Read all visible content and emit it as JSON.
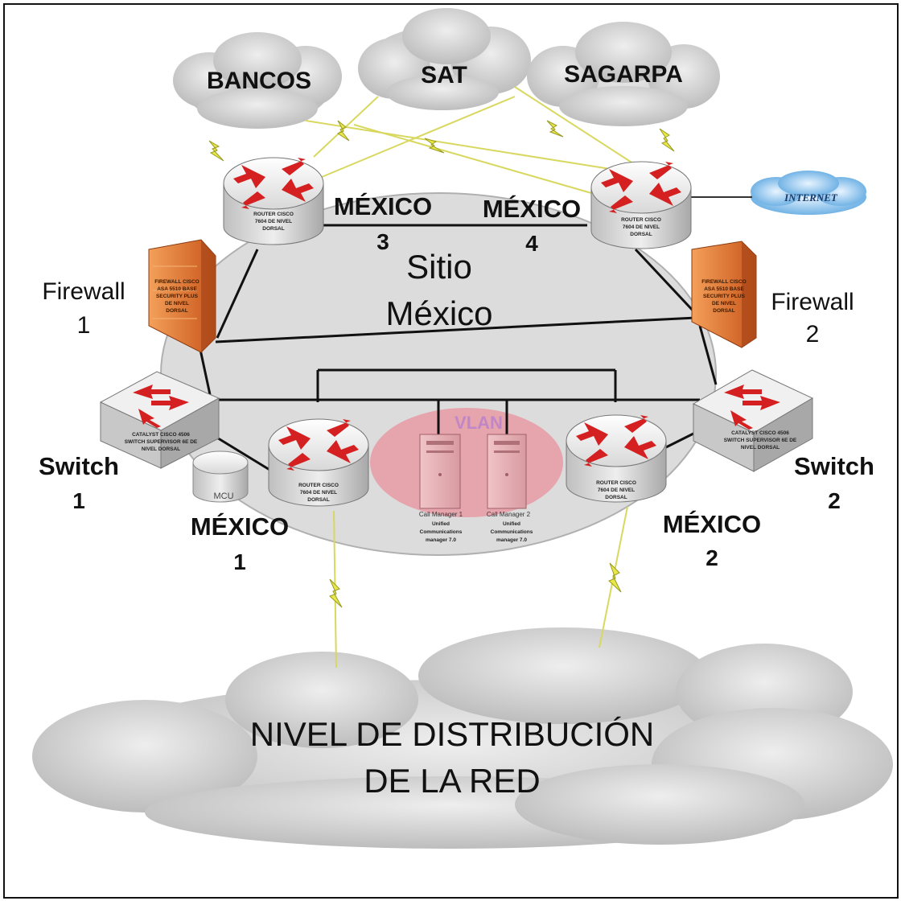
{
  "clouds": {
    "bancos": "BANCOS",
    "sat": "SAT",
    "sagarpa": "SAGARPA",
    "internet": "INTERNET",
    "distribution_line1": "NIVEL DE DISTRIBUCIÓN",
    "distribution_line2": "DE LA RED"
  },
  "site": {
    "line1": "Sitio",
    "line2": "México"
  },
  "routers": {
    "mexico3": {
      "name": "MÉXICO",
      "number": "3",
      "device": [
        "ROUTER CISCO",
        "7604 DE NIVEL",
        "DORSAL"
      ]
    },
    "mexico4": {
      "name": "MÉXICO",
      "number": "4",
      "device": [
        "ROUTER CISCO",
        "7604 DE NIVEL",
        "DORSAL"
      ]
    },
    "mexico1": {
      "name": "MÉXICO",
      "number": "1",
      "device": [
        "ROUTER CISCO",
        "7604 DE NIVEL",
        "DORSAL"
      ]
    },
    "mexico2": {
      "name": "MÉXICO",
      "number": "2",
      "device": [
        "ROUTER CISCO",
        "7604 DE NIVEL",
        "DORSAL"
      ]
    }
  },
  "firewalls": {
    "fw1": {
      "name": "Firewall",
      "number": "1",
      "device": [
        "FIREWALL CISCO",
        "ASA 5510 BASE",
        "SECURITY PLUS",
        "DE NIVEL",
        "DORSAL"
      ]
    },
    "fw2": {
      "name": "Firewall",
      "number": "2",
      "device": [
        "FIREWALL CISCO",
        "ASA 5510 BASE",
        "SECURITY PLUS",
        "DE NIVEL",
        "DORSAL"
      ]
    }
  },
  "switches": {
    "sw1": {
      "name": "Switch",
      "number": "1",
      "device": [
        "CATALYST CISCO 4506",
        "SWITCH SUPERVISOR 6E DE",
        "NIVEL DORSAL"
      ]
    },
    "sw2": {
      "name": "Switch",
      "number": "2",
      "device": [
        "CATALYST CISCO 4506",
        "SWITCH SUPERVISOR 6E DE",
        "NIVEL DORSAL"
      ]
    }
  },
  "mcu": "MCU",
  "vlan": "VLAN",
  "servers": {
    "s1": {
      "name": "Call Manager 1",
      "desc": [
        "Unified",
        "Communications",
        "manager 7.0"
      ]
    },
    "s2": {
      "name": "Call Manager 2",
      "desc": [
        "Unified",
        "Communications",
        "manager 7.0"
      ]
    }
  },
  "colors": {
    "router_arrow": "#d42020",
    "firewall": "#e8752a",
    "vlan": "#e89aa4",
    "cloud": "#d4d4d4",
    "lightning": "#e8e84a"
  }
}
